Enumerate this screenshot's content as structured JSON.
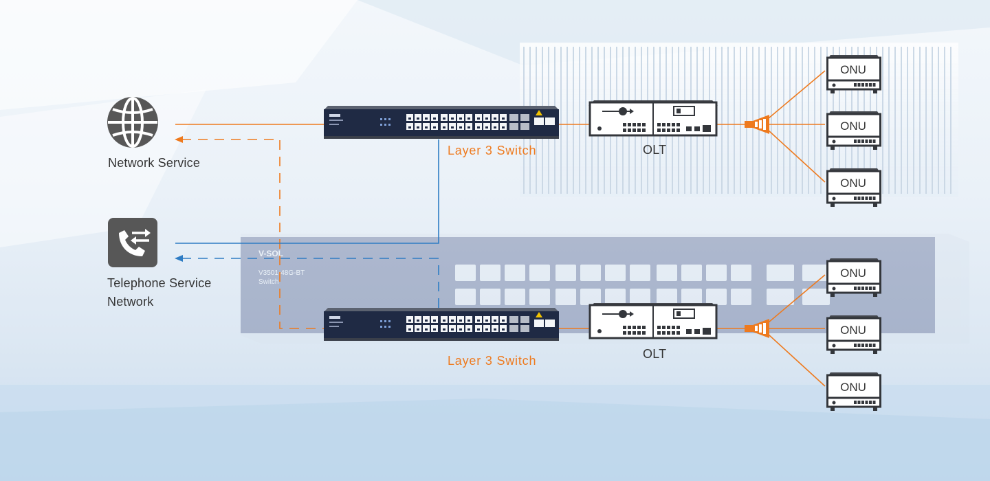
{
  "colors": {
    "accent_orange": "#ee7a1e",
    "link_blue": "#2e7cc4",
    "device_navy": "#1f2a44",
    "icon_gray": "#575757"
  },
  "services": {
    "network": {
      "label": "Network Service",
      "icon": "globe-icon"
    },
    "telephone": {
      "label": "Telephone Service\nNetwork",
      "icon": "phone-transfer-icon"
    }
  },
  "switches": [
    {
      "label": "Layer 3 Switch"
    },
    {
      "label": "Layer 3 Switch"
    }
  ],
  "olts": [
    {
      "label": "OLT"
    },
    {
      "label": "OLT"
    }
  ],
  "splitters": [
    {
      "icon": "splitter-icon"
    },
    {
      "icon": "splitter-icon"
    }
  ],
  "onus": [
    {
      "label": "ONU"
    },
    {
      "label": "ONU"
    },
    {
      "label": "ONU"
    },
    {
      "label": "ONU"
    },
    {
      "label": "ONU"
    },
    {
      "label": "ONU"
    }
  ],
  "background_switch": {
    "brand": "V-SOL",
    "model": "V3501-48G-BT",
    "type": "Switch"
  }
}
